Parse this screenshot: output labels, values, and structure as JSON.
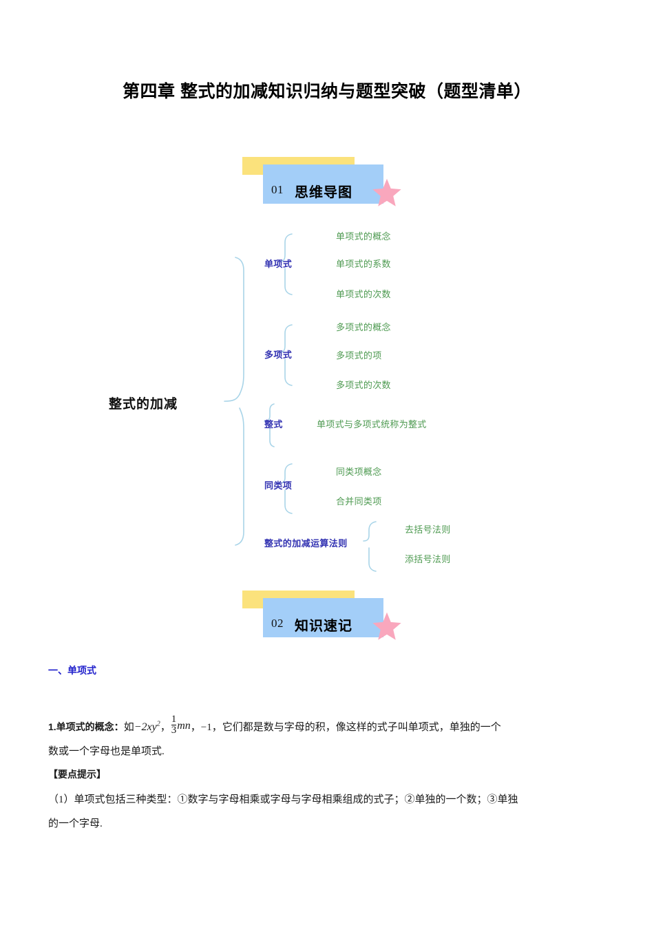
{
  "document": {
    "title": "第四章 整式的加减知识归纳与题型突破（题型清单）"
  },
  "sections": [
    {
      "number": "01",
      "label": "思维导图"
    },
    {
      "number": "02",
      "label": "知识速记"
    }
  ],
  "mindmap": {
    "root": "整式的加减",
    "branches": [
      {
        "label": "单项式",
        "leaves": [
          "单项式的概念",
          "单项式的系数",
          "单项式的次数"
        ]
      },
      {
        "label": "多项式",
        "leaves": [
          "多项式的概念",
          "多项式的项",
          "多项式的次数"
        ]
      },
      {
        "label": "整式",
        "leaves": [
          "单项式与多项式统称为整式"
        ]
      },
      {
        "label": "同类项",
        "leaves": [
          "同类项概念",
          "合并同类项"
        ]
      },
      {
        "label": "整式的加减运算法则",
        "leaves": [
          "去括号法则",
          "添括号法则"
        ]
      }
    ]
  },
  "content": {
    "heading_1": "一、单项式",
    "concept_label": "1.单项式的概念：",
    "concept_lead": "如",
    "formula_1": "−2xy",
    "formula_1_sup": "2",
    "formula_sep_1": "，",
    "fraction_num": "1",
    "fraction_den": "3",
    "fraction_var": "mn",
    "formula_sep_2": "，",
    "formula_3": "−1",
    "concept_text_a": "，它们都是数与字母的积，像这样的式子叫单项式，单独的一个",
    "concept_text_b": "数或一个字母也是单项式.",
    "tip_header": "【要点提示】",
    "tip_line_a": "（1）单项式包括三种类型：①数字与字母相乘或字母与字母相乘组成的式子；②单独的一个数；③单独",
    "tip_line_b": "的一个字母."
  },
  "colors": {
    "banner_yellow": "#FBE27C",
    "banner_blue": "#A3CEF8",
    "star_pink": "#F9A7BD",
    "branch_blue": "#3333B2",
    "leaf_green": "#4E9A51",
    "heading_blue": "#2222CC",
    "connector_blue": "#A8D4E8"
  },
  "icons": {
    "star": "star-icon"
  }
}
